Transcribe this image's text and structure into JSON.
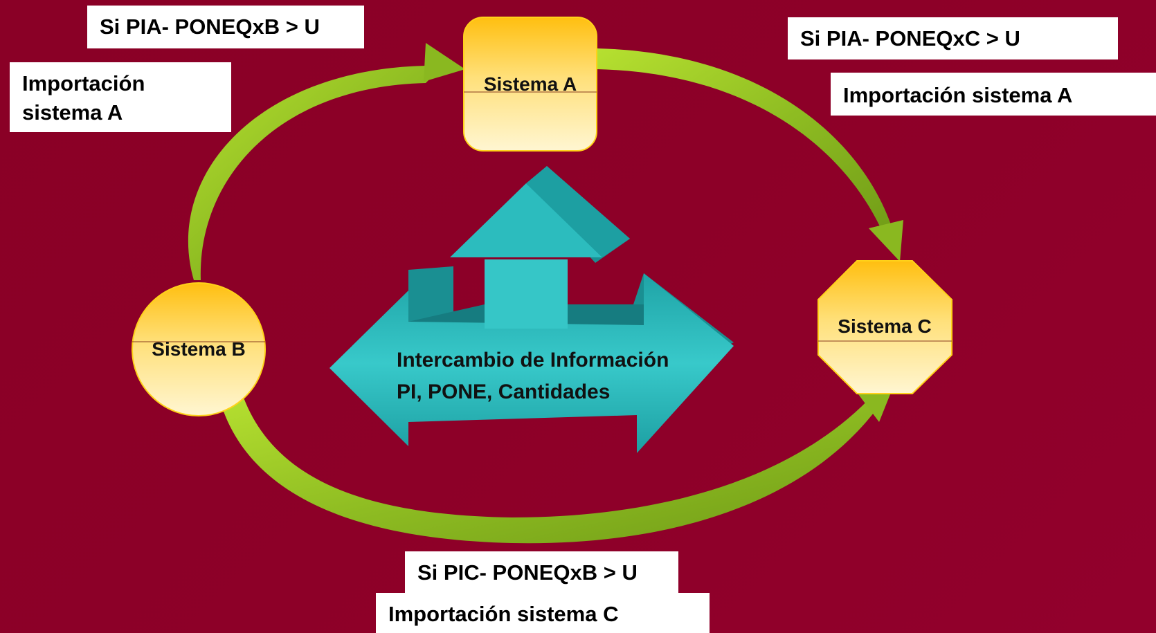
{
  "nodes": {
    "a": "Sistema A",
    "b": "Sistema B",
    "c": "Sistema C"
  },
  "center": {
    "line1": "Intercambio de Información",
    "line2": "PI, PONE, Cantidades"
  },
  "labels": {
    "top_left_condition": "Si PIA- PONEQxB > U",
    "top_left_import": "Importación sistema A",
    "top_right_condition": "Si PIA- PONEQxC > U",
    "top_right_import": "Importación sistema A",
    "bottom_condition": "Si PIC- PONEQxB > U",
    "bottom_import": "Importación sistema C"
  },
  "colors": {
    "background": "#8d0028",
    "node_fill_top": "#ffc21c",
    "node_fill_bottom": "#fff3c8",
    "arrow_green": "#9ccc26",
    "center_arrow": "#2fb8b8"
  }
}
